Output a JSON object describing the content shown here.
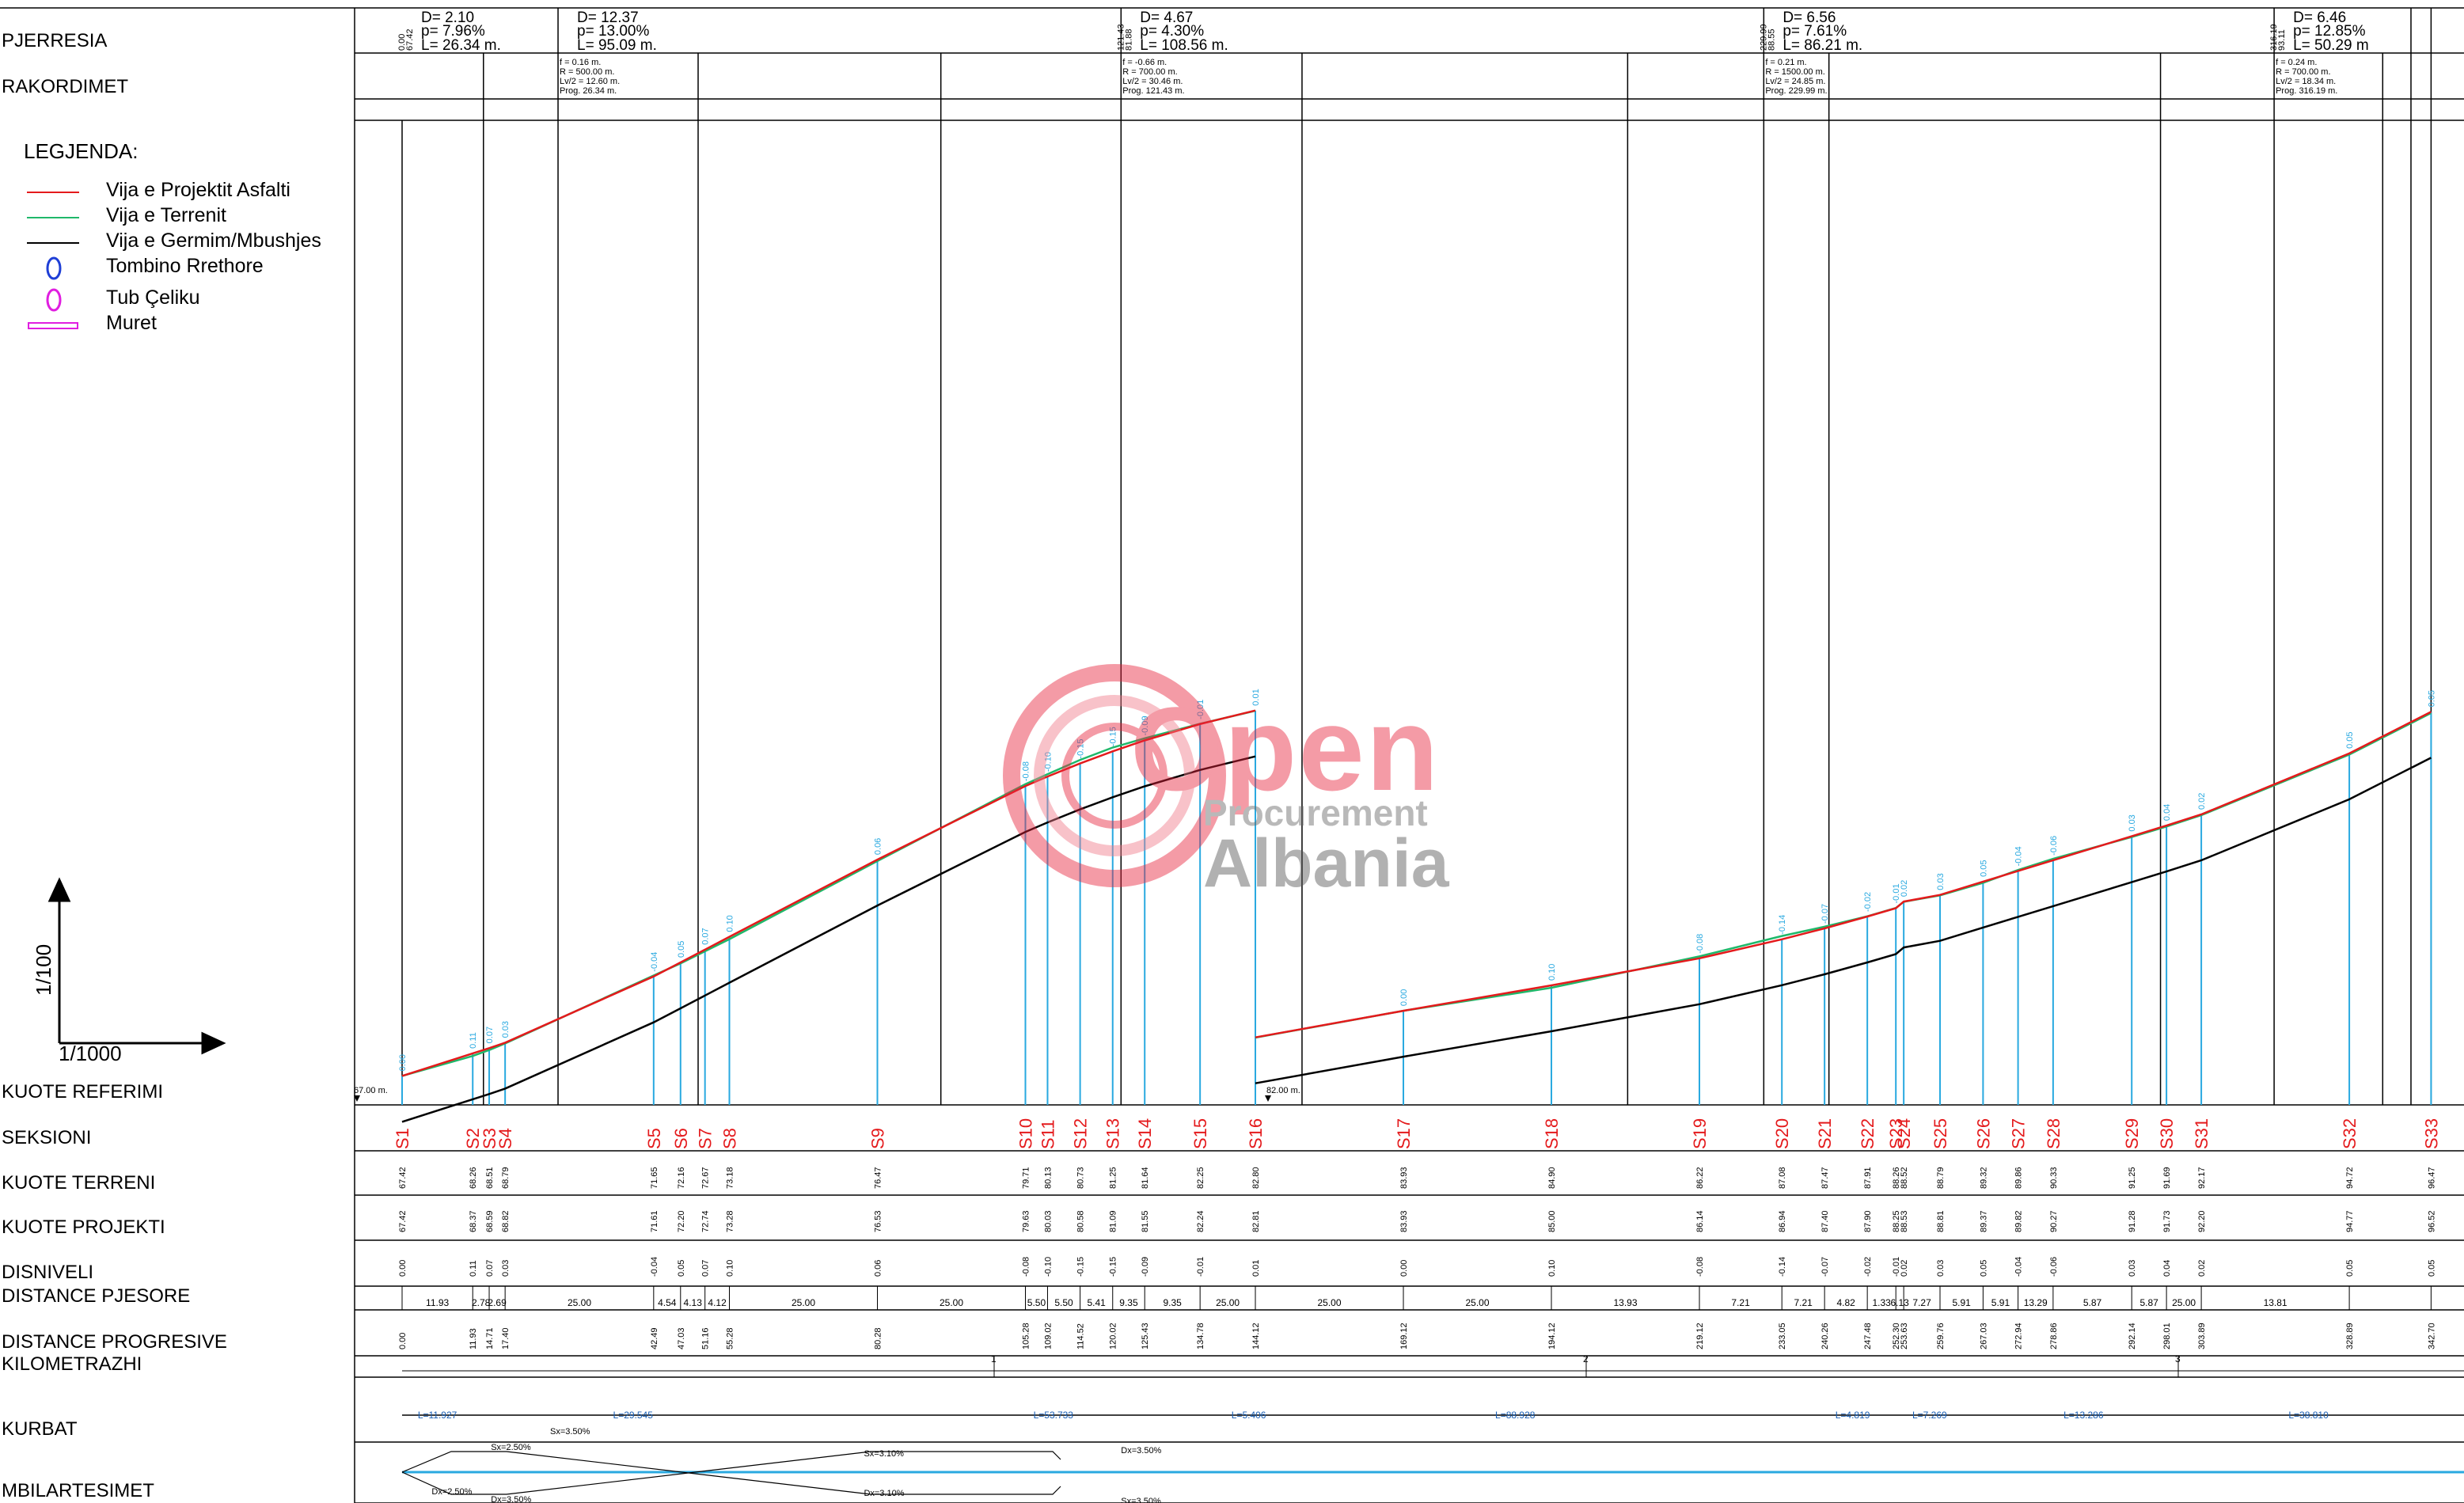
{
  "rows": {
    "pjerresia": "PJERRESIA",
    "rakordimet": "RAKORDIMET",
    "kuote_referimi": "KUOTE REFERIMI",
    "seksioni": "SEKSIONI",
    "kuote_terreni": "KUOTE TERRENI",
    "kuote_projekti": "KUOTE PROJEKTI",
    "disniveli": "DISNIVELI",
    "distance_pjesore": "DISTANCE PJESORE",
    "distance_progresive": "DISTANCE PROGRESIVE",
    "kilometrazhi": "KILOMETRAZHI",
    "kurbat": "KURBAT",
    "mbilartesimet": "MBILARTESIMET"
  },
  "legend": {
    "title": "LEGJENDA:",
    "items": [
      {
        "label": "Vija e Projektit Asfalti",
        "color": "#e41a1c",
        "symbol": "line"
      },
      {
        "label": "Vija e Terrenit",
        "color": "#1fb86a",
        "symbol": "line"
      },
      {
        "label": "Vija e Germim/Mbushjes",
        "color": "#000000",
        "symbol": "line"
      },
      {
        "label": "Tombino Rrethore",
        "color": "#1f3fd6",
        "symbol": "ellipse"
      },
      {
        "label": "Tub Çeliku",
        "color": "#e01ee0",
        "symbol": "ellipse"
      },
      {
        "label": "Muret",
        "color": "#e01ee0",
        "symbol": "rect"
      }
    ]
  },
  "scale": {
    "vertical": "1/100",
    "horizontal": "1/1000"
  },
  "watermark": {
    "line1": "Open",
    "line2": "Procurement",
    "line3": "Albania"
  },
  "slopes": [
    {
      "D": "D= 2.10",
      "p": "p= 7.96%",
      "L": "L= 26.34 m."
    },
    {
      "D": "D= 12.37",
      "p": "p= 13.00%",
      "L": "L= 95.09 m."
    },
    {
      "D": "D= 4.67",
      "p": "p= 4.30%",
      "L": "L= 108.56 m."
    },
    {
      "D": "D= 6.56",
      "p": "p= 7.61%",
      "L": "L= 86.21 m."
    },
    {
      "D": "D= 6.46",
      "p": "p= 12.85%",
      "L": "L= 50.29 m"
    }
  ],
  "curves": [
    {
      "f": "f = 0.16 m.",
      "R": "R = 500.00 m.",
      "Lv": "Lv/2 = 12.60 m.",
      "prog": "Prog. 26.34 m."
    },
    {
      "f": "f = -0.66 m.",
      "R": "R = 700.00 m.",
      "Lv": "Lv/2 = 30.46 m.",
      "prog": "Prog. 121.43 m."
    },
    {
      "f": "f = 0.21 m.",
      "R": "R = 1500.00 m.",
      "Lv": "Lv/2 = 24.85 m.",
      "prog": "Prog. 229.99 m."
    },
    {
      "f": "f = 0.24 m.",
      "R": "R = 700.00 m.",
      "Lv": "Lv/2 = 18.34 m.",
      "prog": "Prog. 316.19 m."
    }
  ],
  "ref_labels": [
    "67.00 m.",
    "82.00 m."
  ],
  "sections": [
    {
      "name": "S1",
      "terreni": "67.42",
      "projekti": "67.42",
      "disniveli": "0.00",
      "progresive": "0.00"
    },
    {
      "name": "S2",
      "terreni": "68.26",
      "projekti": "68.37",
      "disniveli": "0.11",
      "progresive": "11.93"
    },
    {
      "name": "S3",
      "terreni": "68.51",
      "projekti": "68.59",
      "disniveli": "0.07",
      "progresive": "14.71"
    },
    {
      "name": "S4",
      "terreni": "68.79",
      "projekti": "68.82",
      "disniveli": "0.03",
      "progresive": "17.40"
    },
    {
      "name": "S5",
      "terreni": "71.65",
      "projekti": "71.61",
      "disniveli": "-0.04",
      "progresive": "42.49"
    },
    {
      "name": "S6",
      "terreni": "72.16",
      "projekti": "72.20",
      "disniveli": "0.05",
      "progresive": "47.03"
    },
    {
      "name": "S7",
      "terreni": "72.67",
      "projekti": "72.74",
      "disniveli": "0.07",
      "progresive": "51.16"
    },
    {
      "name": "S8",
      "terreni": "73.18",
      "projekti": "73.28",
      "disniveli": "0.10",
      "progresive": "55.28"
    },
    {
      "name": "S9",
      "terreni": "76.47",
      "projekti": "76.53",
      "disniveli": "0.06",
      "progresive": "80.28"
    },
    {
      "name": "S10",
      "terreni": "79.71",
      "projekti": "79.63",
      "disniveli": "-0.08",
      "progresive": "105.28"
    },
    {
      "name": "S11",
      "terreni": "80.13",
      "projekti": "80.03",
      "disniveli": "-0.10",
      "progresive": "109.02"
    },
    {
      "name": "S12",
      "terreni": "80.73",
      "projekti": "80.58",
      "disniveli": "-0.15",
      "progresive": "114.52"
    },
    {
      "name": "S13",
      "terreni": "81.25",
      "projekti": "81.09",
      "disniveli": "-0.15",
      "progresive": "120.02"
    },
    {
      "name": "S14",
      "terreni": "81.64",
      "projekti": "81.55",
      "disniveli": "-0.09",
      "progresive": "125.43"
    },
    {
      "name": "S15",
      "terreni": "82.25",
      "projekti": "82.24",
      "disniveli": "-0.01",
      "progresive": "134.78"
    },
    {
      "name": "S16",
      "terreni": "82.80",
      "projekti": "82.81",
      "disniveli": "0.01",
      "progresive": "144.12"
    },
    {
      "name": "S17",
      "terreni": "83.93",
      "projekti": "83.93",
      "disniveli": "0.00",
      "progresive": "169.12"
    },
    {
      "name": "S18",
      "terreni": "84.90",
      "projekti": "85.00",
      "disniveli": "0.10",
      "progresive": "194.12"
    },
    {
      "name": "S19",
      "terreni": "86.22",
      "projekti": "86.14",
      "disniveli": "-0.08",
      "progresive": "219.12"
    },
    {
      "name": "S20",
      "terreni": "87.08",
      "projekti": "86.94",
      "disniveli": "-0.14",
      "progresive": "233.05"
    },
    {
      "name": "S21",
      "terreni": "87.47",
      "projekti": "87.40",
      "disniveli": "-0.07",
      "progresive": "240.26"
    },
    {
      "name": "S22",
      "terreni": "87.91",
      "projekti": "87.90",
      "disniveli": "-0.02",
      "progresive": "247.48"
    },
    {
      "name": "S23",
      "terreni": "88.26",
      "projekti": "88.25",
      "disniveli": "-0.01",
      "progresive": "252.30"
    },
    {
      "name": "S24",
      "terreni": "88.52",
      "projekti": "88.53",
      "disniveli": "0.02",
      "progresive": "253.63"
    },
    {
      "name": "S25",
      "terreni": "88.79",
      "projekti": "88.81",
      "disniveli": "0.03",
      "progresive": "259.76"
    },
    {
      "name": "S26",
      "terreni": "89.32",
      "projekti": "89.37",
      "disniveli": "0.05",
      "progresive": "267.03"
    },
    {
      "name": "S27",
      "terreni": "89.86",
      "projekti": "89.82",
      "disniveli": "-0.04",
      "progresive": "272.94"
    },
    {
      "name": "S28",
      "terreni": "90.33",
      "projekti": "90.27",
      "disniveli": "-0.06",
      "progresive": "278.86"
    },
    {
      "name": "S29",
      "terreni": "91.25",
      "projekti": "91.28",
      "disniveli": "0.03",
      "progresive": "292.14"
    },
    {
      "name": "S30",
      "terreni": "91.69",
      "projekti": "91.73",
      "disniveli": "0.04",
      "progresive": "298.01"
    },
    {
      "name": "S31",
      "terreni": "92.17",
      "projekti": "92.20",
      "disniveli": "0.02",
      "progresive": "303.89"
    },
    {
      "name": "S32",
      "terreni": "94.72",
      "projekti": "94.77",
      "disniveli": "0.05",
      "progresive": "328.89"
    },
    {
      "name": "S33",
      "terreni": "96.47",
      "projekti": "96.52",
      "disniveli": "0.05",
      "progresive": "342.70"
    }
  ],
  "partials": [
    "11.93",
    "2.78",
    "2.69",
    "25.00",
    "4.54",
    "4.13",
    "4.12",
    "25.00",
    "25.00",
    "5.50",
    "5.50",
    "5.41",
    "9.35",
    "9.35",
    "25.00",
    "25.00",
    "25.00",
    "13.93",
    "7.21",
    "7.21",
    "4.82",
    "1.33",
    "6.13",
    "7.27",
    "5.91",
    "5.91",
    "13.29",
    "5.87",
    "5.87",
    "25.00",
    "13.81"
  ],
  "kilometers": [
    "1",
    "2",
    "3"
  ],
  "kurbat_labels": [
    "L=11.927",
    "L=29.545",
    "L=53.733",
    "L=5.406",
    "L=88.928",
    "L=4.819",
    "L=7.269",
    "L=13.286",
    "L=38.810"
  ],
  "mbilartesimet_labels": [
    "Sx=2.50%",
    "Sx=3.50%",
    "Dx=2.50%",
    "Dx=3.50%",
    "Sx=3.10%",
    "Dx=3.10%",
    "Dx=3.50%",
    "Sx=3.50%"
  ]
}
